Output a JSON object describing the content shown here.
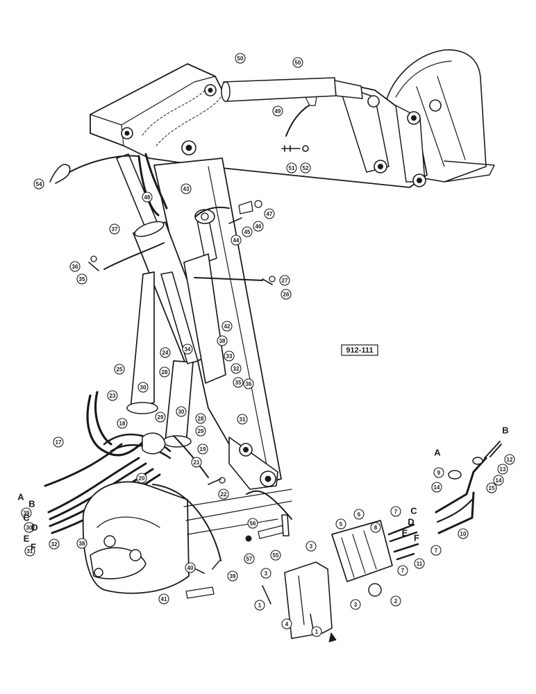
{
  "reference_code": "912-111",
  "callouts": [
    {
      "id": "c-50a",
      "label": "50"
    },
    {
      "id": "c-50b",
      "label": "50"
    },
    {
      "id": "c-49",
      "label": "49"
    },
    {
      "id": "c-51",
      "label": "51"
    },
    {
      "id": "c-52",
      "label": "52"
    },
    {
      "id": "c-54",
      "label": "54"
    },
    {
      "id": "c-48",
      "label": "48"
    },
    {
      "id": "c-43",
      "label": "43"
    },
    {
      "id": "c-47",
      "label": "47"
    },
    {
      "id": "c-46",
      "label": "46"
    },
    {
      "id": "c-45",
      "label": "45"
    },
    {
      "id": "c-44",
      "label": "44"
    },
    {
      "id": "c-37",
      "label": "37"
    },
    {
      "id": "c-36",
      "label": "36"
    },
    {
      "id": "c-35a",
      "label": "35"
    },
    {
      "id": "c-27",
      "label": "27"
    },
    {
      "id": "c-26",
      "label": "26"
    },
    {
      "id": "c-42",
      "label": "42"
    },
    {
      "id": "c-38a",
      "label": "38"
    },
    {
      "id": "c-34",
      "label": "34"
    },
    {
      "id": "c-33",
      "label": "33"
    },
    {
      "id": "c-32a",
      "label": "32"
    },
    {
      "id": "c-35b",
      "label": "35"
    },
    {
      "id": "c-36b",
      "label": "36"
    },
    {
      "id": "c-24",
      "label": "24"
    },
    {
      "id": "c-25",
      "label": "25"
    },
    {
      "id": "c-30a",
      "label": "30"
    },
    {
      "id": "c-28a",
      "label": "28"
    },
    {
      "id": "c-30b",
      "label": "30"
    },
    {
      "id": "c-31a",
      "label": "31"
    },
    {
      "id": "c-23",
      "label": "23"
    },
    {
      "id": "c-18",
      "label": "18"
    },
    {
      "id": "c-29a",
      "label": "29"
    },
    {
      "id": "c-28b",
      "label": "28"
    },
    {
      "id": "c-29b",
      "label": "29"
    },
    {
      "id": "c-17",
      "label": "17"
    },
    {
      "id": "c-19",
      "label": "19"
    },
    {
      "id": "c-21",
      "label": "21"
    },
    {
      "id": "c-22",
      "label": "22"
    },
    {
      "id": "c-20",
      "label": "20"
    },
    {
      "id": "c-39a",
      "label": "39"
    },
    {
      "id": "c-30c",
      "label": "30"
    },
    {
      "id": "c-38b",
      "label": "38"
    },
    {
      "id": "c-31b",
      "label": "31"
    },
    {
      "id": "c-32b",
      "label": "32"
    },
    {
      "id": "c-56",
      "label": "56"
    },
    {
      "id": "c-57",
      "label": "57"
    },
    {
      "id": "c-55",
      "label": "55"
    },
    {
      "id": "c-40",
      "label": "40"
    },
    {
      "id": "c-39b",
      "label": "39"
    },
    {
      "id": "c-41",
      "label": "41"
    },
    {
      "id": "c-3a",
      "label": "3"
    },
    {
      "id": "c-3b",
      "label": "3"
    },
    {
      "id": "c-3c",
      "label": "3"
    },
    {
      "id": "c-1a",
      "label": "1"
    },
    {
      "id": "c-1b",
      "label": "1"
    },
    {
      "id": "c-4",
      "label": "4"
    },
    {
      "id": "c-2",
      "label": "2"
    },
    {
      "id": "c-5",
      "label": "5"
    },
    {
      "id": "c-6",
      "label": "6"
    },
    {
      "id": "c-7a",
      "label": "7"
    },
    {
      "id": "c-7b",
      "label": "7"
    },
    {
      "id": "c-7c",
      "label": "7"
    },
    {
      "id": "c-8",
      "label": "8"
    },
    {
      "id": "c-11",
      "label": "11"
    },
    {
      "id": "c-9",
      "label": "9"
    },
    {
      "id": "c-10",
      "label": "10"
    },
    {
      "id": "c-12",
      "label": "12"
    },
    {
      "id": "c-13",
      "label": "13"
    },
    {
      "id": "c-14a",
      "label": "14"
    },
    {
      "id": "c-14b",
      "label": "14"
    },
    {
      "id": "c-15",
      "label": "15"
    }
  ],
  "port_letters": [
    {
      "id": "l-A1",
      "label": "A"
    },
    {
      "id": "l-B1",
      "label": "B"
    },
    {
      "id": "l-C1",
      "label": "C"
    },
    {
      "id": "l-D1",
      "label": "D"
    },
    {
      "id": "l-E1",
      "label": "E"
    },
    {
      "id": "l-F1",
      "label": "F"
    },
    {
      "id": "l-C2",
      "label": "C"
    },
    {
      "id": "l-D2",
      "label": "D"
    },
    {
      "id": "l-E2",
      "label": "E"
    },
    {
      "id": "l-F2",
      "label": "F"
    },
    {
      "id": "l-A2",
      "label": "A"
    },
    {
      "id": "l-B2",
      "label": "B"
    }
  ]
}
